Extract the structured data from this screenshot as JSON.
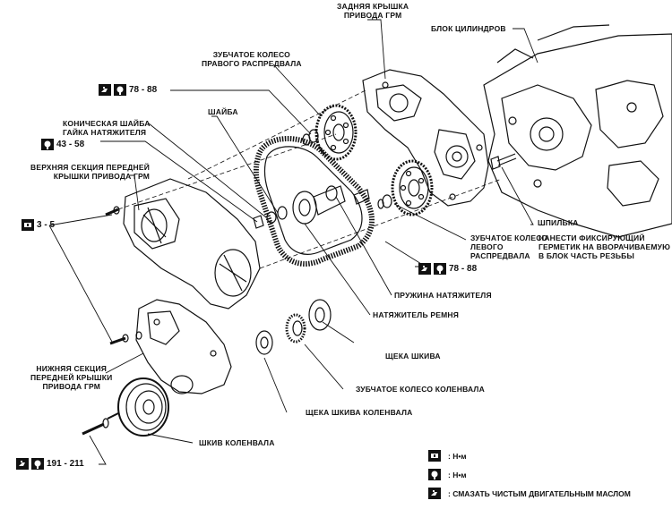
{
  "labels": {
    "rear_cover": "ЗАДНЯЯ КРЫШКА\nПРИВОДА ГРМ",
    "cylinder_block": "БЛОК ЦИЛИНДРОВ",
    "right_cam_gear": "ЗУБЧАТОЕ КОЛЕСО\nПРАВОГО РАСПРЕДВАЛА",
    "washer": "ШАЙБА",
    "conical_washer": "КОНИЧЕСКАЯ ШАЙБА",
    "tensioner_nut": "ГАЙКА НАТЯЖИТЕЛЯ",
    "upper_front_cover": "ВЕРХНЯЯ СЕКЦИЯ ПЕРЕДНЕЙ\nКРЫШКИ ПРИВОДА ГРМ",
    "stud": "ШПИЛЬКА",
    "left_cam_gear": "ЗУБЧАТОЕ КОЛЕСО\nЛЕВОГО\nРАСПРЕДВАЛА",
    "sealant_note": "НАНЕСТИ ФИКСИРУЮЩИЙ\nГЕРМЕТИК НА ВВОРАЧИВАЕМУЮ\nВ БЛОК ЧАСТЬ РЕЗЬБЫ",
    "tensioner_spring": "ПРУЖИНА НАТЯЖИТЕЛЯ",
    "belt_tensioner": "НАТЯЖИТЕЛЬ РЕМНЯ",
    "pulley_flange": "ЩЕКА ШКИВА",
    "crank_gear": "ЗУБЧАТОЕ КОЛЕСО КОЛЕНВАЛА",
    "crank_pulley_flange": "ЩЕКА ШКИВА КОЛЕНВАЛА",
    "lower_front_cover": "НИЖНЯЯ СЕКЦИЯ\nПЕРЕДНЕЙ КРЫШКИ\nПРИВОДА ГРМ",
    "crank_pulley": "ШКИВ КОЛЕНВАЛА"
  },
  "torques": {
    "cam_bolt": "78 - 88",
    "tensioner_nut": "43 - 58",
    "cover_bolts": "3 - 5",
    "left_cam_bolt": "78 - 88",
    "crank_bolt": "191 - 211"
  },
  "legend": {
    "unit_1": ": Н•м",
    "unit_2": ": Н•м",
    "oil_note": ": СМАЗАТЬ ЧИСТЫМ ДВИГАТЕЛЬНЫМ МАСЛОМ"
  }
}
